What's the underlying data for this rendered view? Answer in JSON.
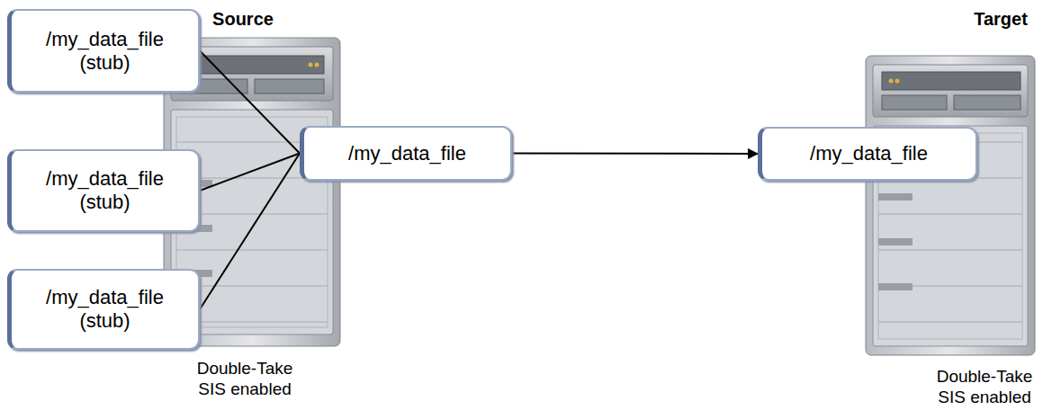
{
  "diagram": {
    "nodes": [
      {
        "text": [
          "/my_data_file (stub)"
        ]
      },
      {
        "text": [
          "/my_data_file (stub)"
        ]
      },
      {
        "text": [
          "/my_data_file (stub)"
        ]
      },
      {
        "text": [
          "/my_data_file"
        ]
      },
      {
        "text": [
          "/my_data_file"
        ]
      }
    ],
    "edges": [
      {
        "from": 0,
        "to": 3,
        "arrow": "none"
      },
      {
        "from": 1,
        "to": 3,
        "arrow": "none"
      },
      {
        "from": 2,
        "to": 3,
        "arrow": "none"
      },
      {
        "from": 3,
        "to": 4,
        "arrow": "to"
      }
    ],
    "labels": [
      "Source",
      "Target",
      "Double-Take SIS enabled",
      "Double-Take SIS enabled"
    ]
  }
}
